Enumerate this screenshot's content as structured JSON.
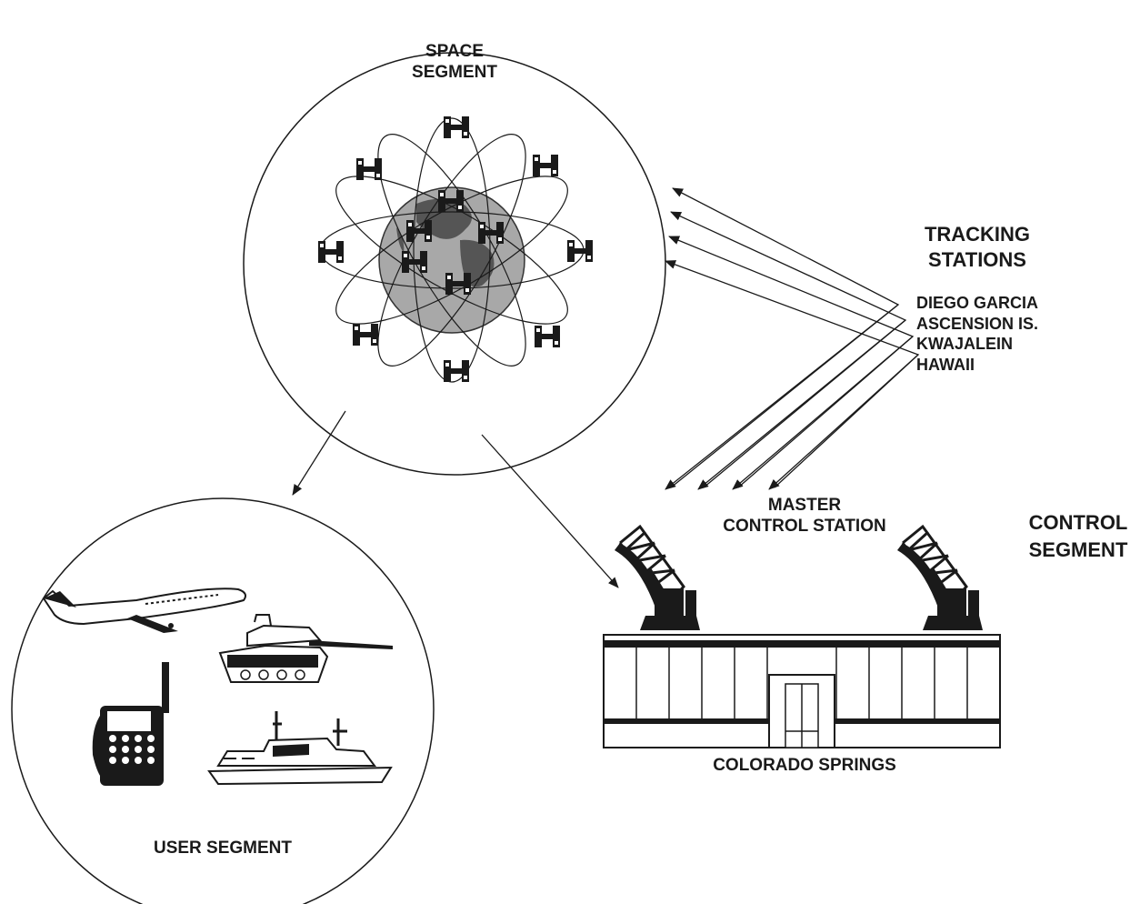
{
  "segments": {
    "space": {
      "line1": "SPACE",
      "line2": "SEGMENT"
    },
    "user": {
      "label": "USER SEGMENT"
    },
    "control": {
      "line1": "CONTROL",
      "line2": "SEGMENT"
    }
  },
  "tracking": {
    "title_line1": "TRACKING",
    "title_line2": "STATIONS",
    "stations": [
      "DIEGO GARCIA",
      "ASCENSION IS.",
      "KWAJALEIN",
      "HAWAII"
    ]
  },
  "master": {
    "line1": "MASTER",
    "line2": "CONTROL STATION"
  },
  "location": {
    "label": "COLORADO SPRINGS"
  },
  "colors": {
    "ink": "#1a1a1a",
    "earth": "#a8a8a8",
    "land": "#555555"
  }
}
